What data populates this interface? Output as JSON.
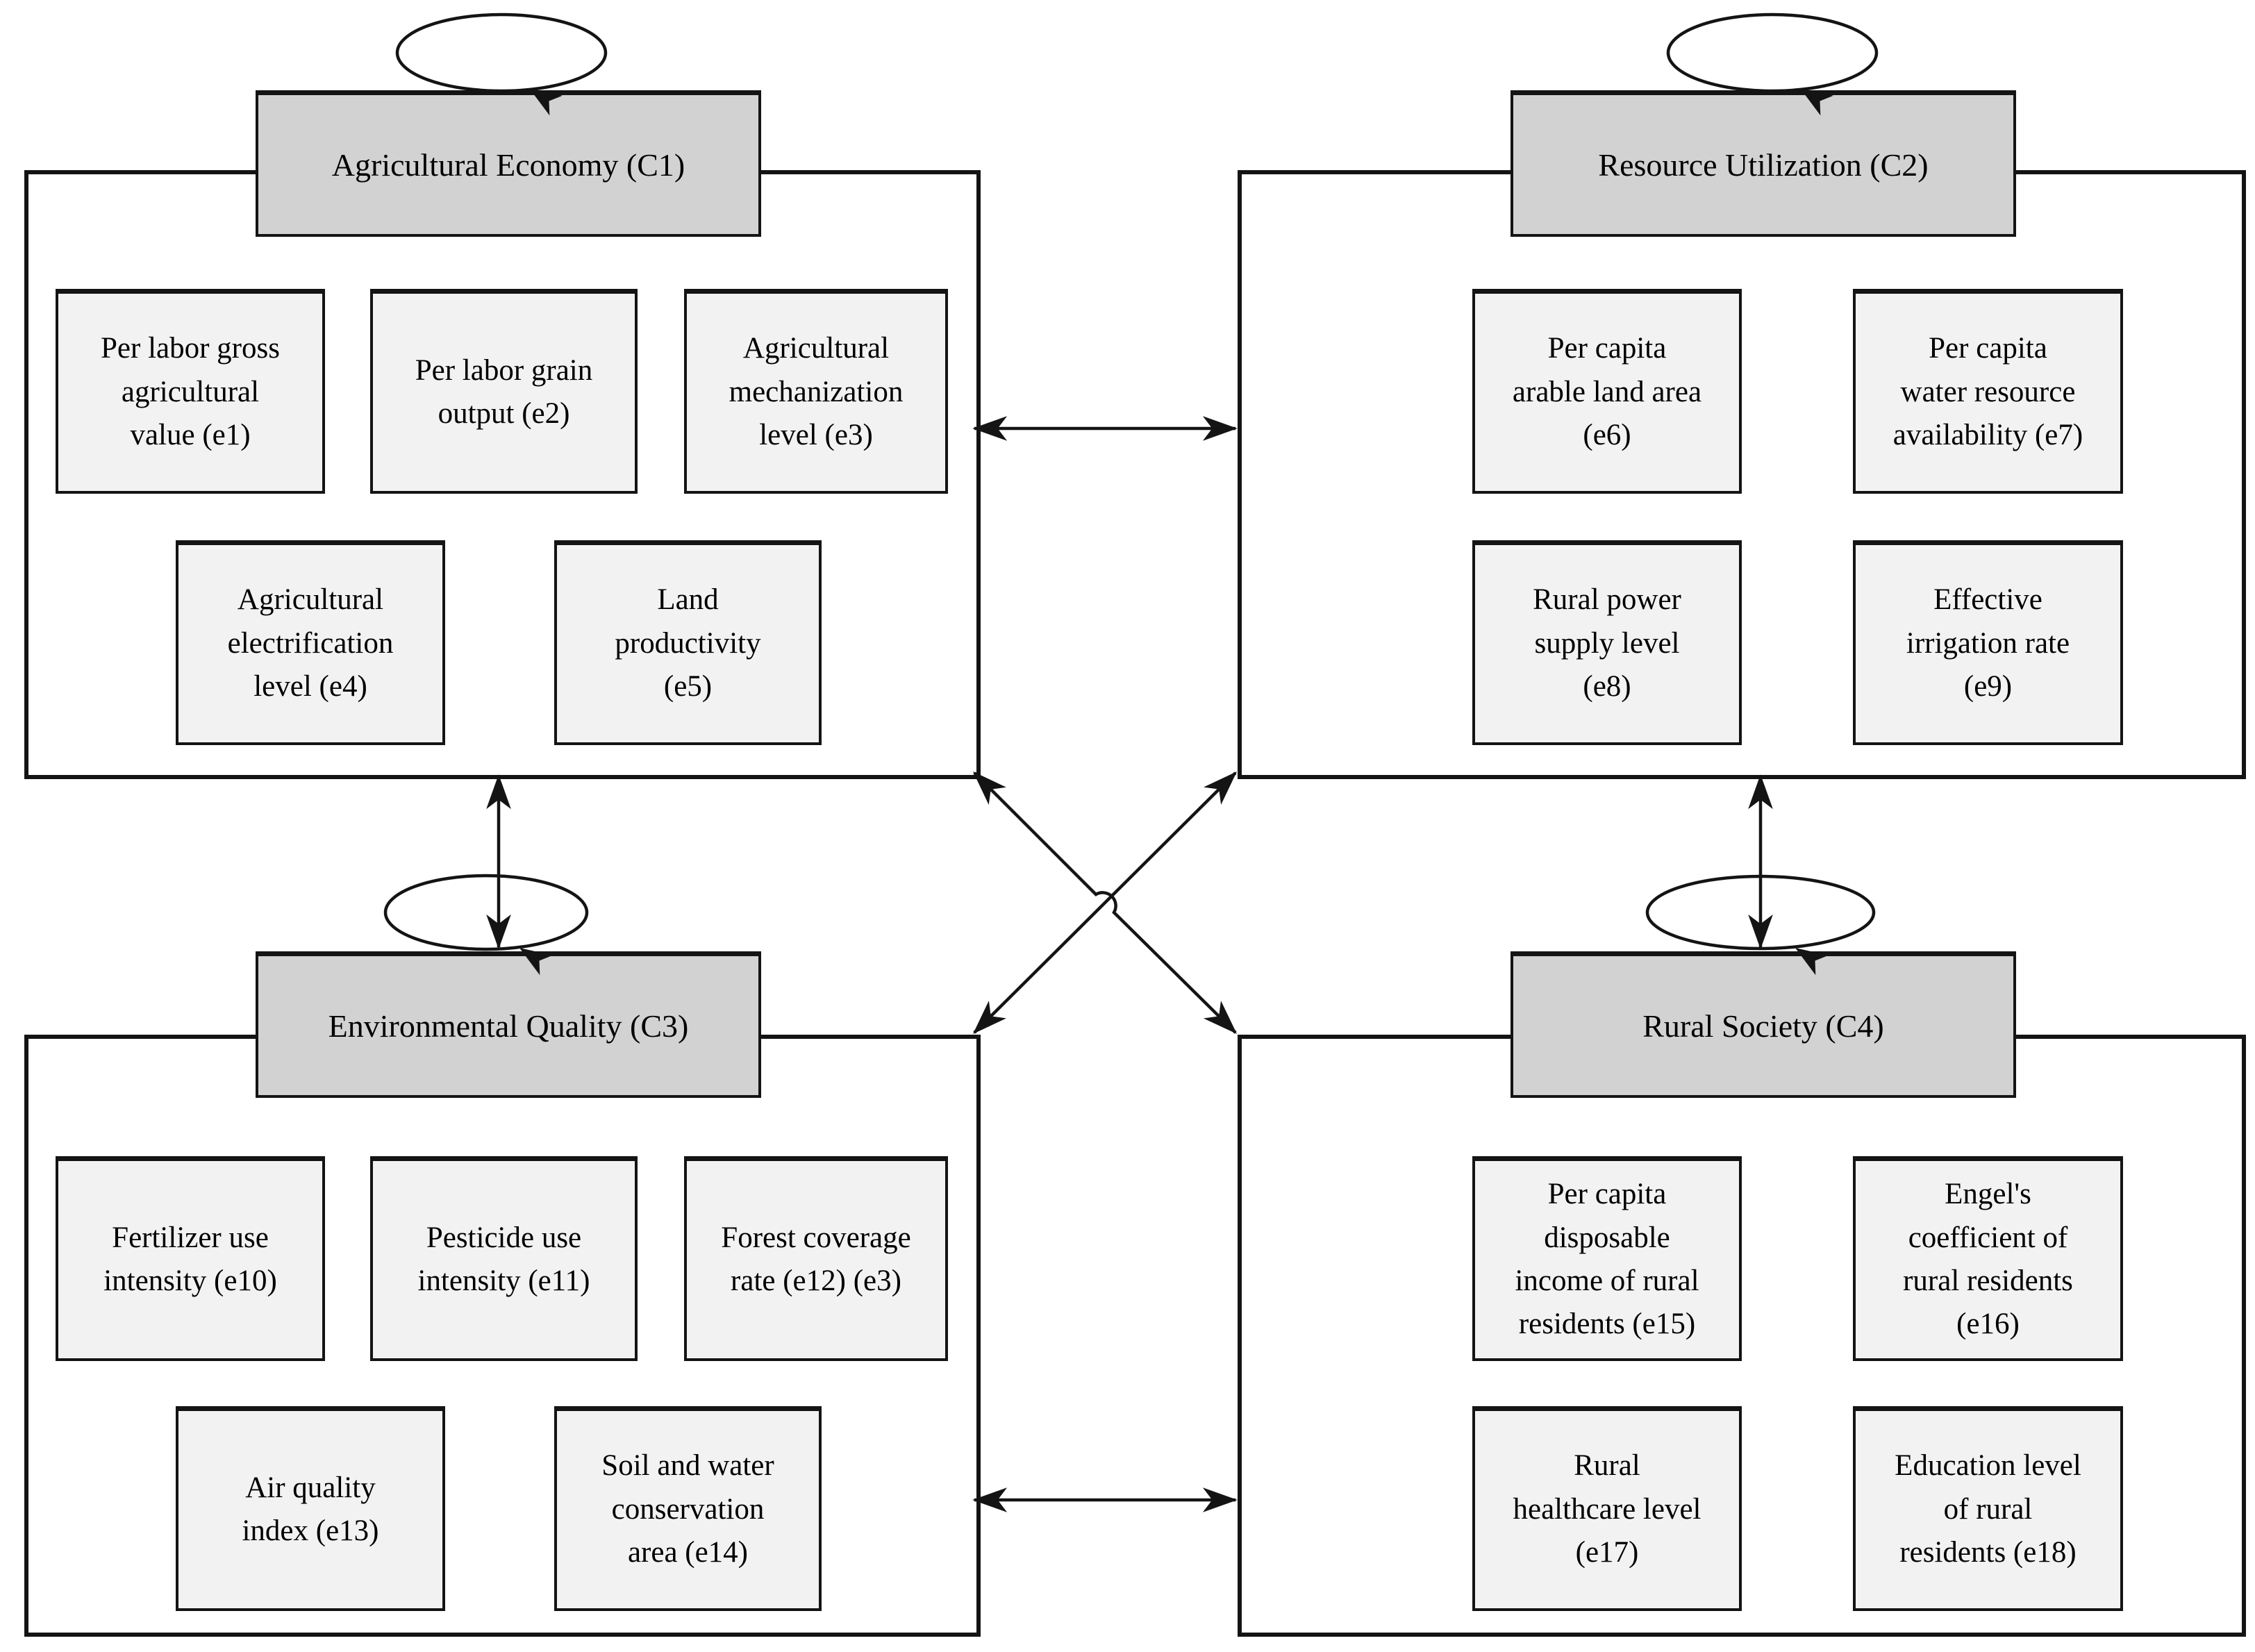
{
  "figure": {
    "background": "#ffffff",
    "line_color": "#141414",
    "title_fill": "#d2d2d2",
    "indicator_fill": "#f2f2f2"
  },
  "clusters": [
    {
      "id": "C1",
      "title": "Agricultural Economy (C1)",
      "indicators": [
        {
          "id": "e1",
          "label": "Per labor gross\nagricultural\nvalue (e1)"
        },
        {
          "id": "e2",
          "label": "Per labor grain\noutput (e2)"
        },
        {
          "id": "e3",
          "label": "Agricultural\nmechanization\nlevel (e3)"
        },
        {
          "id": "e4",
          "label": "Agricultural\nelectrification\nlevel (e4)"
        },
        {
          "id": "e5",
          "label": "Land\nproductivity\n(e5)"
        }
      ]
    },
    {
      "id": "C2",
      "title": "Resource Utilization (C2)",
      "indicators": [
        {
          "id": "e6",
          "label": "Per capita\narable land area\n(e6)"
        },
        {
          "id": "e7",
          "label": "Per capita\nwater resource\navailability (e7)"
        },
        {
          "id": "e8",
          "label": "Rural power\nsupply level\n(e8)"
        },
        {
          "id": "e9",
          "label": "Effective\nirrigation rate\n(e9)"
        }
      ]
    },
    {
      "id": "C3",
      "title": "Environmental Quality (C3)",
      "indicators": [
        {
          "id": "e10",
          "label": "Fertilizer use\nintensity (e10)"
        },
        {
          "id": "e11",
          "label": "Pesticide use\nintensity (e11)"
        },
        {
          "id": "e12",
          "label": "Forest coverage\nrate (e12) (e3)"
        },
        {
          "id": "e13",
          "label": "Air quality\nindex (e13)"
        },
        {
          "id": "e14",
          "label": "Soil and water\nconservation\narea (e14)"
        }
      ]
    },
    {
      "id": "C4",
      "title": "Rural Society (C4)",
      "indicators": [
        {
          "id": "e15",
          "label": "Per capita\ndisposable\nincome of rural\nresidents (e15)"
        },
        {
          "id": "e16",
          "label": "Engel's\ncoefficient of\nrural residents\n(e16)"
        },
        {
          "id": "e17",
          "label": "Rural\nhealthcare level\n(e17)"
        },
        {
          "id": "e18",
          "label": "Education level\nof rural\nresidents (e18)"
        }
      ]
    }
  ],
  "relations": [
    {
      "type": "self-loop",
      "on": "C1"
    },
    {
      "type": "self-loop",
      "on": "C2"
    },
    {
      "type": "self-loop",
      "on": "C3"
    },
    {
      "type": "self-loop",
      "on": "C4"
    },
    {
      "type": "bidirectional",
      "between": [
        "C1",
        "C2"
      ]
    },
    {
      "type": "bidirectional",
      "between": [
        "C3",
        "C4"
      ]
    },
    {
      "type": "bidirectional",
      "between": [
        "C1",
        "C3"
      ]
    },
    {
      "type": "bidirectional",
      "between": [
        "C2",
        "C4"
      ]
    },
    {
      "type": "bidirectional",
      "between": [
        "C1",
        "C4"
      ]
    },
    {
      "type": "bidirectional",
      "between": [
        "C2",
        "C3"
      ]
    }
  ]
}
